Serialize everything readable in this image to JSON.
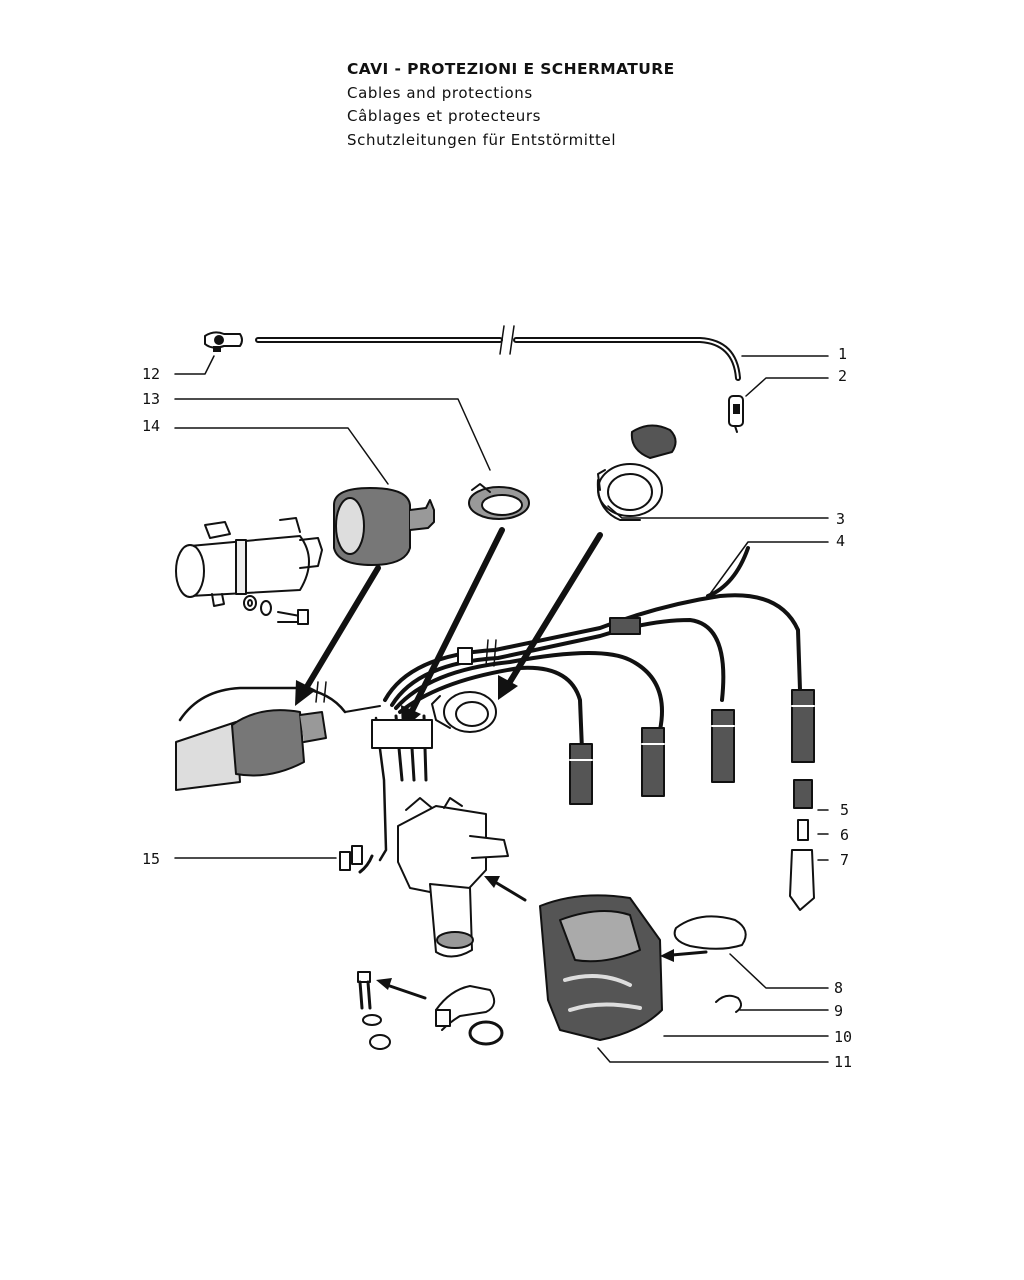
{
  "header": {
    "title": "CAVI - PROTEZIONI E SCHERMATURE",
    "subtitle_en": "Cables and protections",
    "subtitle_fr": "Câblages et protecteurs",
    "subtitle_de": "Schutzleitungen für Entstörmittel"
  },
  "callouts": [
    "1",
    "2",
    "3",
    "4",
    "5",
    "6",
    "7",
    "8",
    "9",
    "10",
    "11",
    "12",
    "13",
    "14",
    "15"
  ],
  "colors": {
    "ink": "#111111",
    "paper": "#ffffff",
    "shade": "#555555"
  }
}
